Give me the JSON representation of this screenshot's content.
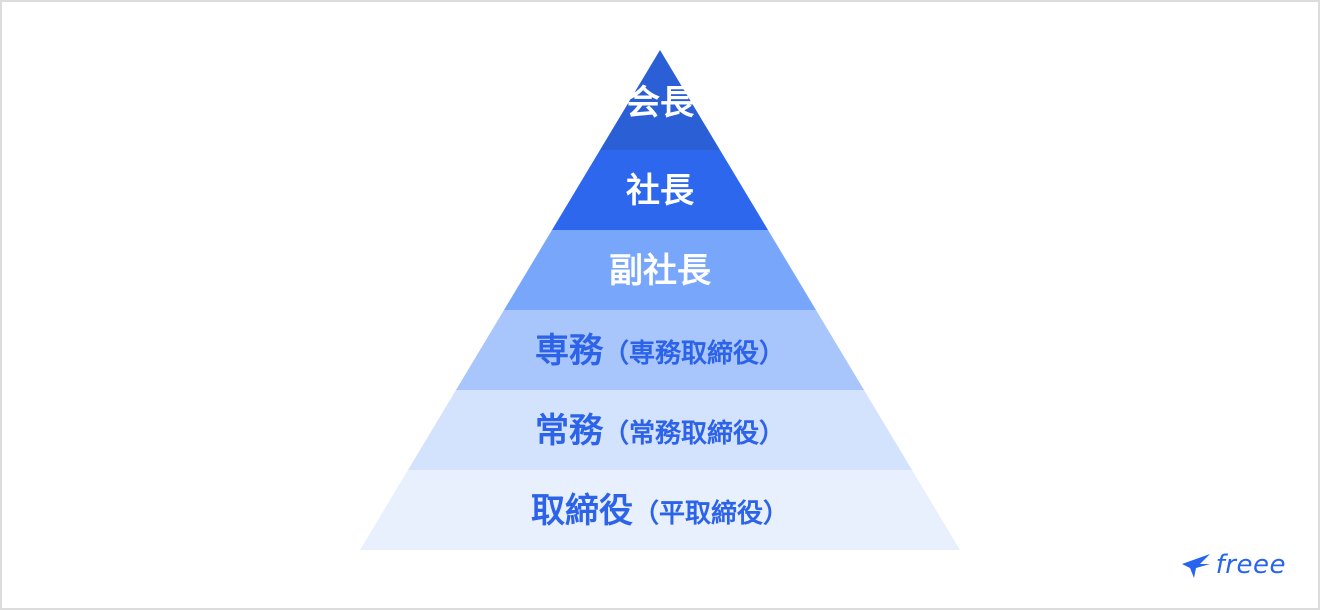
{
  "tiers": [
    {
      "title": "会長",
      "subtitle": "",
      "color": "#2b5fd6",
      "text_color": "#ffffff"
    },
    {
      "title": "社長",
      "subtitle": "",
      "color": "#2d67ee",
      "text_color": "#ffffff"
    },
    {
      "title": "副社長",
      "subtitle": "",
      "color": "#78a6fb",
      "text_color": "#ffffff"
    },
    {
      "title": "専務",
      "subtitle": "（専務取締役）",
      "color": "#a9c6fc",
      "text_color": "#2d63e8"
    },
    {
      "title": "常務",
      "subtitle": "（常務取締役）",
      "color": "#d3e2fd",
      "text_color": "#2d63e8"
    },
    {
      "title": "取締役",
      "subtitle": "（平取締役）",
      "color": "#e8f0fd",
      "text_color": "#2d63e8"
    }
  ],
  "logo": {
    "text": "freee",
    "color": "#2864f0"
  }
}
